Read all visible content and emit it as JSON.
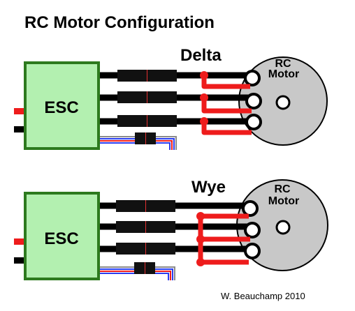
{
  "title": "RC Motor Configuration",
  "credit": "W. Beauchamp 2010",
  "colors": {
    "esc_fill": "#b3f0b0",
    "esc_stroke": "#2d7a1e",
    "motor_fill": "#c8c8c8",
    "wire": "#000000",
    "link": "#ee1c1c",
    "servo_blue": "#2a3cf0",
    "servo_red": "#ee1c1c",
    "servo_gray": "#8a8a8a"
  },
  "diagrams": [
    {
      "id": "delta",
      "label": "Delta",
      "esc_label": "ESC",
      "motor_label_line1": "RC",
      "motor_label_line2": "Motor"
    },
    {
      "id": "wye",
      "label": "Wye",
      "esc_label": "ESC",
      "motor_label_line1": "RC",
      "motor_label_line2": "Motor"
    }
  ]
}
